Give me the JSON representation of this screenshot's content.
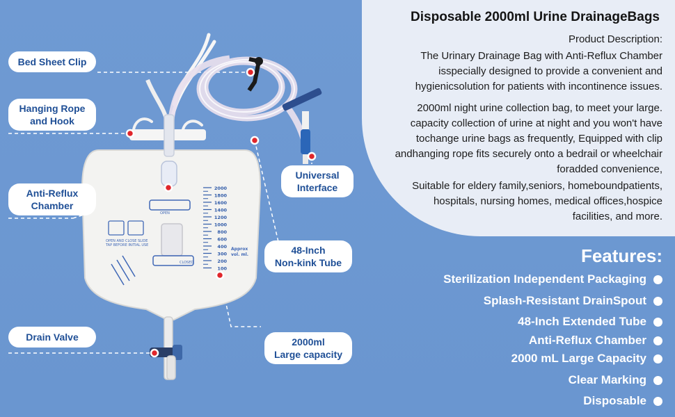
{
  "description": {
    "title": "Disposable 2000ml Urine DrainageBags",
    "paragraphs": [
      [
        "Product Description:"
      ],
      [
        "The Urinary Drainage Bag with Anti-Reflux Chamber",
        "isspecially designed to provide a convenient and",
        "hygienicsolution for patients with incontinence issues."
      ],
      [
        "2000ml night urine collection bag, to meet your large.",
        "capacity collection of urine at night and you won't have",
        "tochange urine bags as frequently, Equipped with clip",
        "andhanging rope fits securely onto a bedrail or wheelchair",
        "foradded convenience,"
      ],
      [
        "Suitable for eldery family,seniors, homeboundpatients,",
        "hospitals, nursing homes, medical offices,hospice",
        "facilities, and more."
      ]
    ]
  },
  "features": {
    "title": "Features:",
    "items": [
      "Sterilization Independent Packaging",
      "Splash-Resistant DrainSpout",
      "48-Inch Extended Tube",
      "Anti-Reflux Chamber",
      "2000 mL Large Capacity",
      "Clear Marking",
      "Disposable"
    ]
  },
  "callouts": {
    "bed_sheet_clip": "Bed Sheet Clip",
    "hanging_rope_1": "Hanging Rope",
    "hanging_rope_2": "and Hook",
    "anti_reflux_1": "Anti-Reflux",
    "anti_reflux_2": "Chamber",
    "drain_valve": "Drain Valve",
    "universal_1": "Universal",
    "universal_2": "Interface",
    "tube_1": "48-Inch",
    "tube_2": "Non-kink Tube",
    "capacity_1": "2000ml",
    "capacity_2": "Large capacity"
  },
  "bag": {
    "scale": [
      "2000",
      "1800",
      "1600",
      "1400",
      "1200",
      "1000",
      "800",
      "600",
      "400",
      "300",
      "200",
      "100"
    ],
    "approx": "Approx",
    "vol": "vol. ml.",
    "open_close": "OPEN AND CLOSE SLIDE",
    "tap_before": "TAP BEFORE INITIAL USE",
    "open": "OPEN",
    "closed": "CLOSED"
  },
  "colors": {
    "background": "#6f9ad3",
    "panel": "#e8edf6",
    "callout_text": "#1f4f96",
    "marker": "#e0262b"
  }
}
